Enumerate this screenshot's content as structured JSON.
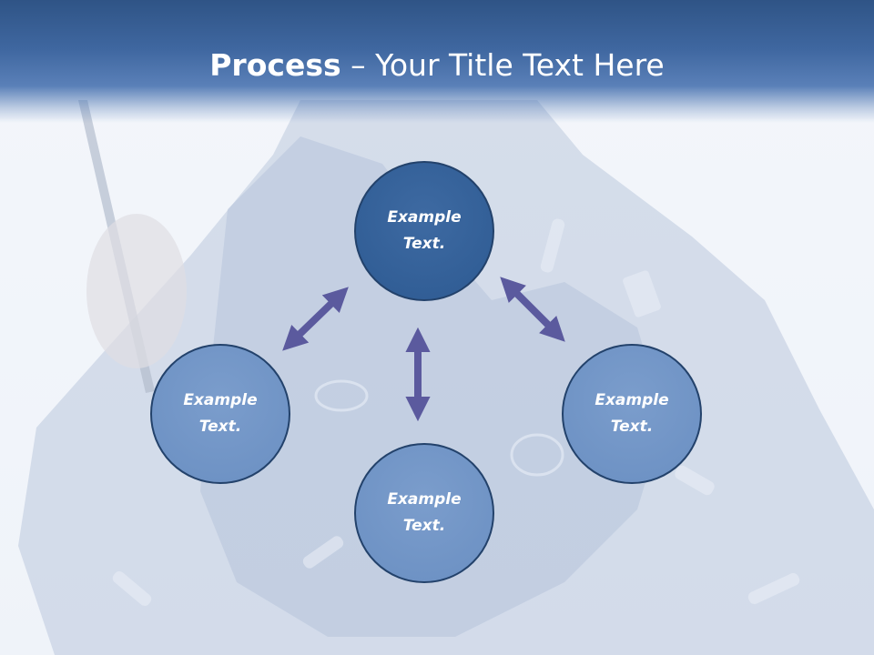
{
  "title": {
    "bold": "Process",
    "dash": " – ",
    "rest": "Your Title Text Here"
  },
  "nodes": [
    {
      "id": "top",
      "text": "Example Text."
    },
    {
      "id": "left",
      "text": "Example Text."
    },
    {
      "id": "right",
      "text": "Example Text."
    },
    {
      "id": "bottom",
      "text": "Example Text."
    }
  ],
  "colors": {
    "header": "#3f67a0",
    "node_light": "#6a8fc2",
    "node_dark": "#2d5a92",
    "node_border": "#23426b",
    "arrow": "#5b5a9e"
  }
}
